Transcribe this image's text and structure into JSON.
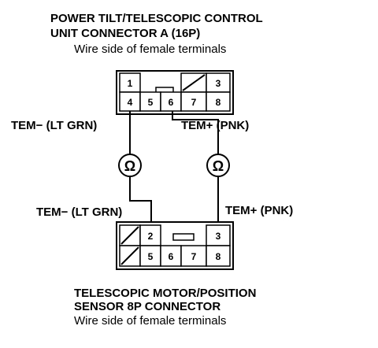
{
  "top_connector": {
    "title_line1": "POWER TILT/TELESCOPIC CONTROL",
    "title_line2": "UNIT CONNECTOR A (16P)",
    "subtitle": "Wire side of female terminals",
    "pins": [
      "1",
      "3",
      "4",
      "5",
      "6",
      "7",
      "8"
    ]
  },
  "bottom_connector": {
    "title_line1": "TELESCOPIC MOTOR/POSITION",
    "title_line2": "SENSOR 8P CONNECTOR",
    "subtitle": "Wire side of female terminals",
    "pins": [
      "2",
      "3",
      "5",
      "6",
      "7",
      "8"
    ]
  },
  "wires": {
    "top_left": "TEM− (LT GRN)",
    "top_right": "TEM+ (PNK)",
    "bottom_left": "TEM− (LT GRN)",
    "bottom_right": "TEM+ (PNK)"
  },
  "meters": {
    "left_symbol": "Ω",
    "right_symbol": "Ω"
  }
}
